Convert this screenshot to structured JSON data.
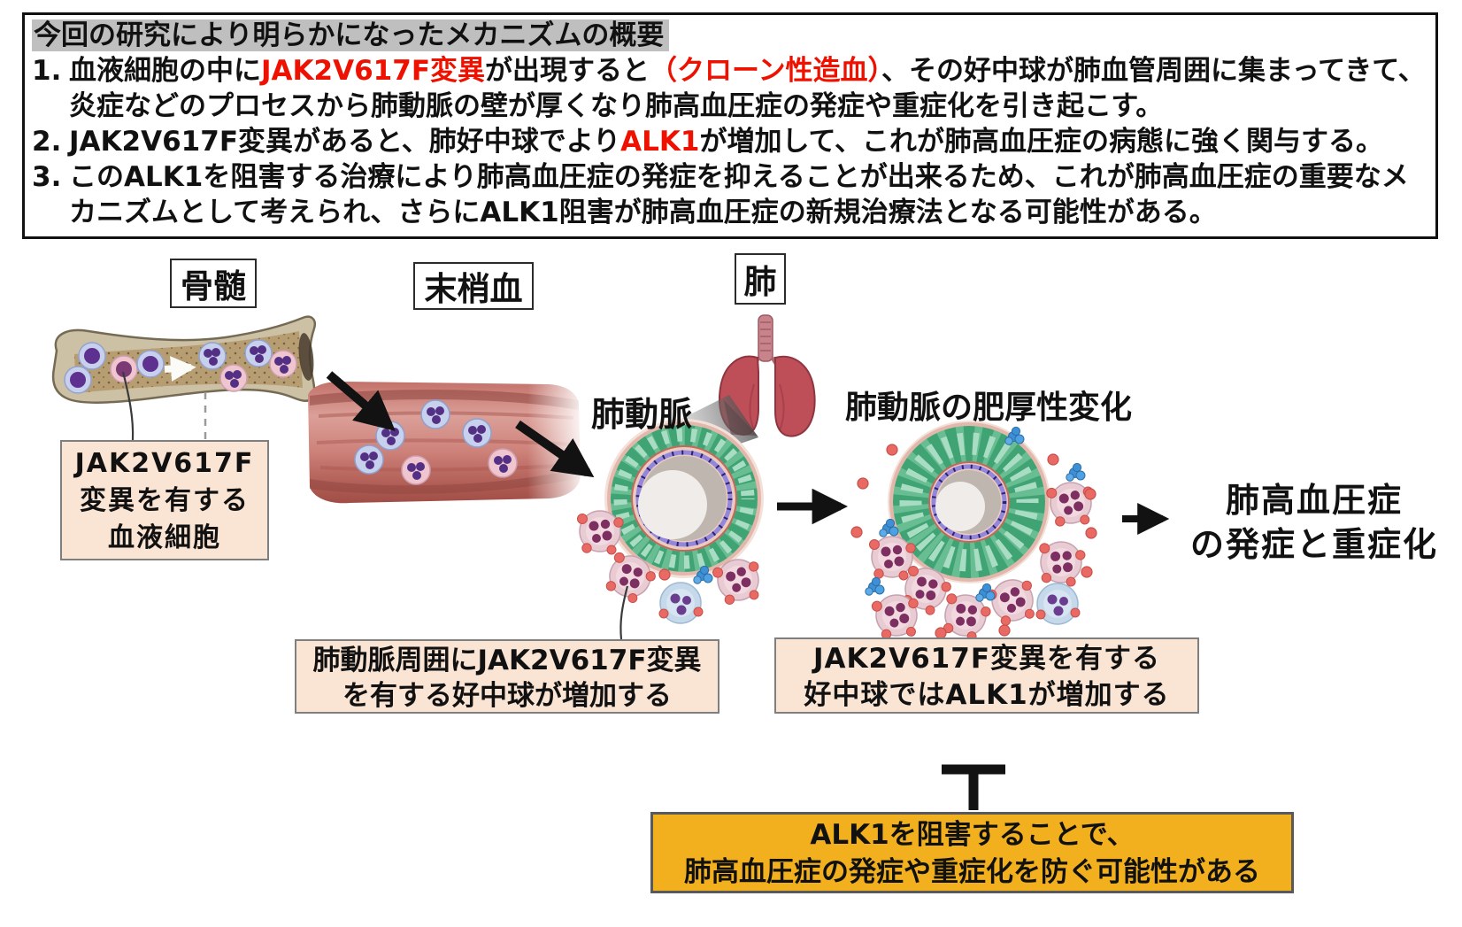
{
  "summary": {
    "title": "今回の研究により明らかになったメカニズムの概要",
    "items": [
      {
        "num": "1.",
        "seg": [
          "血液細胞の中に",
          "JAK2V617F変異",
          "が出現すると",
          "（クローン性造血）",
          "、その好中球が肺血管周囲に集まってきて、炎症などのプロセスから肺動脈の壁が厚くなり肺高血圧症の発症や重症化を引き起こす。"
        ]
      },
      {
        "num": "2.",
        "seg": [
          "JAK2V617F変異があると、肺好中球でより",
          "ALK1",
          "が増加して、これが肺高血圧症の病態に強く関与する。"
        ]
      },
      {
        "num": "3.",
        "seg": [
          "このALK1を阻害する治療により肺高血圧症の発症を抑えることが出来るため、これが肺高血圧症の重要なメカニズムとして考えられ、さらにALK1阻害が肺高血圧症の新規治療法となる可能性がある。"
        ]
      }
    ]
  },
  "stage_labels": {
    "bone_marrow": "骨髄",
    "peripheral_blood": "末梢血",
    "lung": "肺"
  },
  "inline_labels": {
    "pulmonary_artery": "肺動脈",
    "artery_hypertrophy": "肺動脈の肥厚性変化",
    "outcome_line1": "肺高血圧症",
    "outcome_line2": "の発症と重症化"
  },
  "callouts": {
    "jak2_blood_cells": {
      "line1": "JAK2V617F",
      "line2": "変異を有する",
      "line3": "血液細胞"
    },
    "periarterial_neutrophils": {
      "line1": "肺動脈周囲にJAK2V617F変異",
      "line2": "を有する好中球が増加する"
    },
    "alk1_increase": {
      "line1": "JAK2V617F変異を有する",
      "line2": "好中球ではALK1が増加する"
    },
    "alk1_inhibition": {
      "line1": "ALK1を阻害することで、",
      "line2": "肺高血圧症の発症や重症化を防ぐ可能性がある"
    }
  },
  "icons": {
    "flow_arrow": "black-flow-arrow-icon",
    "marrow_flow_arrow": "white-flow-arrow-icon",
    "inhibition_bar": "t-bar-inhibition-icon",
    "neutrophil": "neutrophil-cell",
    "blue_cell": "blue-leukocyte-cell",
    "alk1_particle": "blue-particle",
    "red_granule": "red-granule"
  },
  "colors": {
    "accent_red": "#EE1100",
    "title_highlight": "#BFBFBF",
    "summary_border": "#111111",
    "callout_bg": "#FAE4D3",
    "callout_border": "#7F7F7F",
    "inhibition_bg": "#F2B01E",
    "inhibition_border": "#595959",
    "artery_green": "#5FBD92",
    "vessel_red": "#C97F77",
    "lung_red": "#BE4E58"
  }
}
